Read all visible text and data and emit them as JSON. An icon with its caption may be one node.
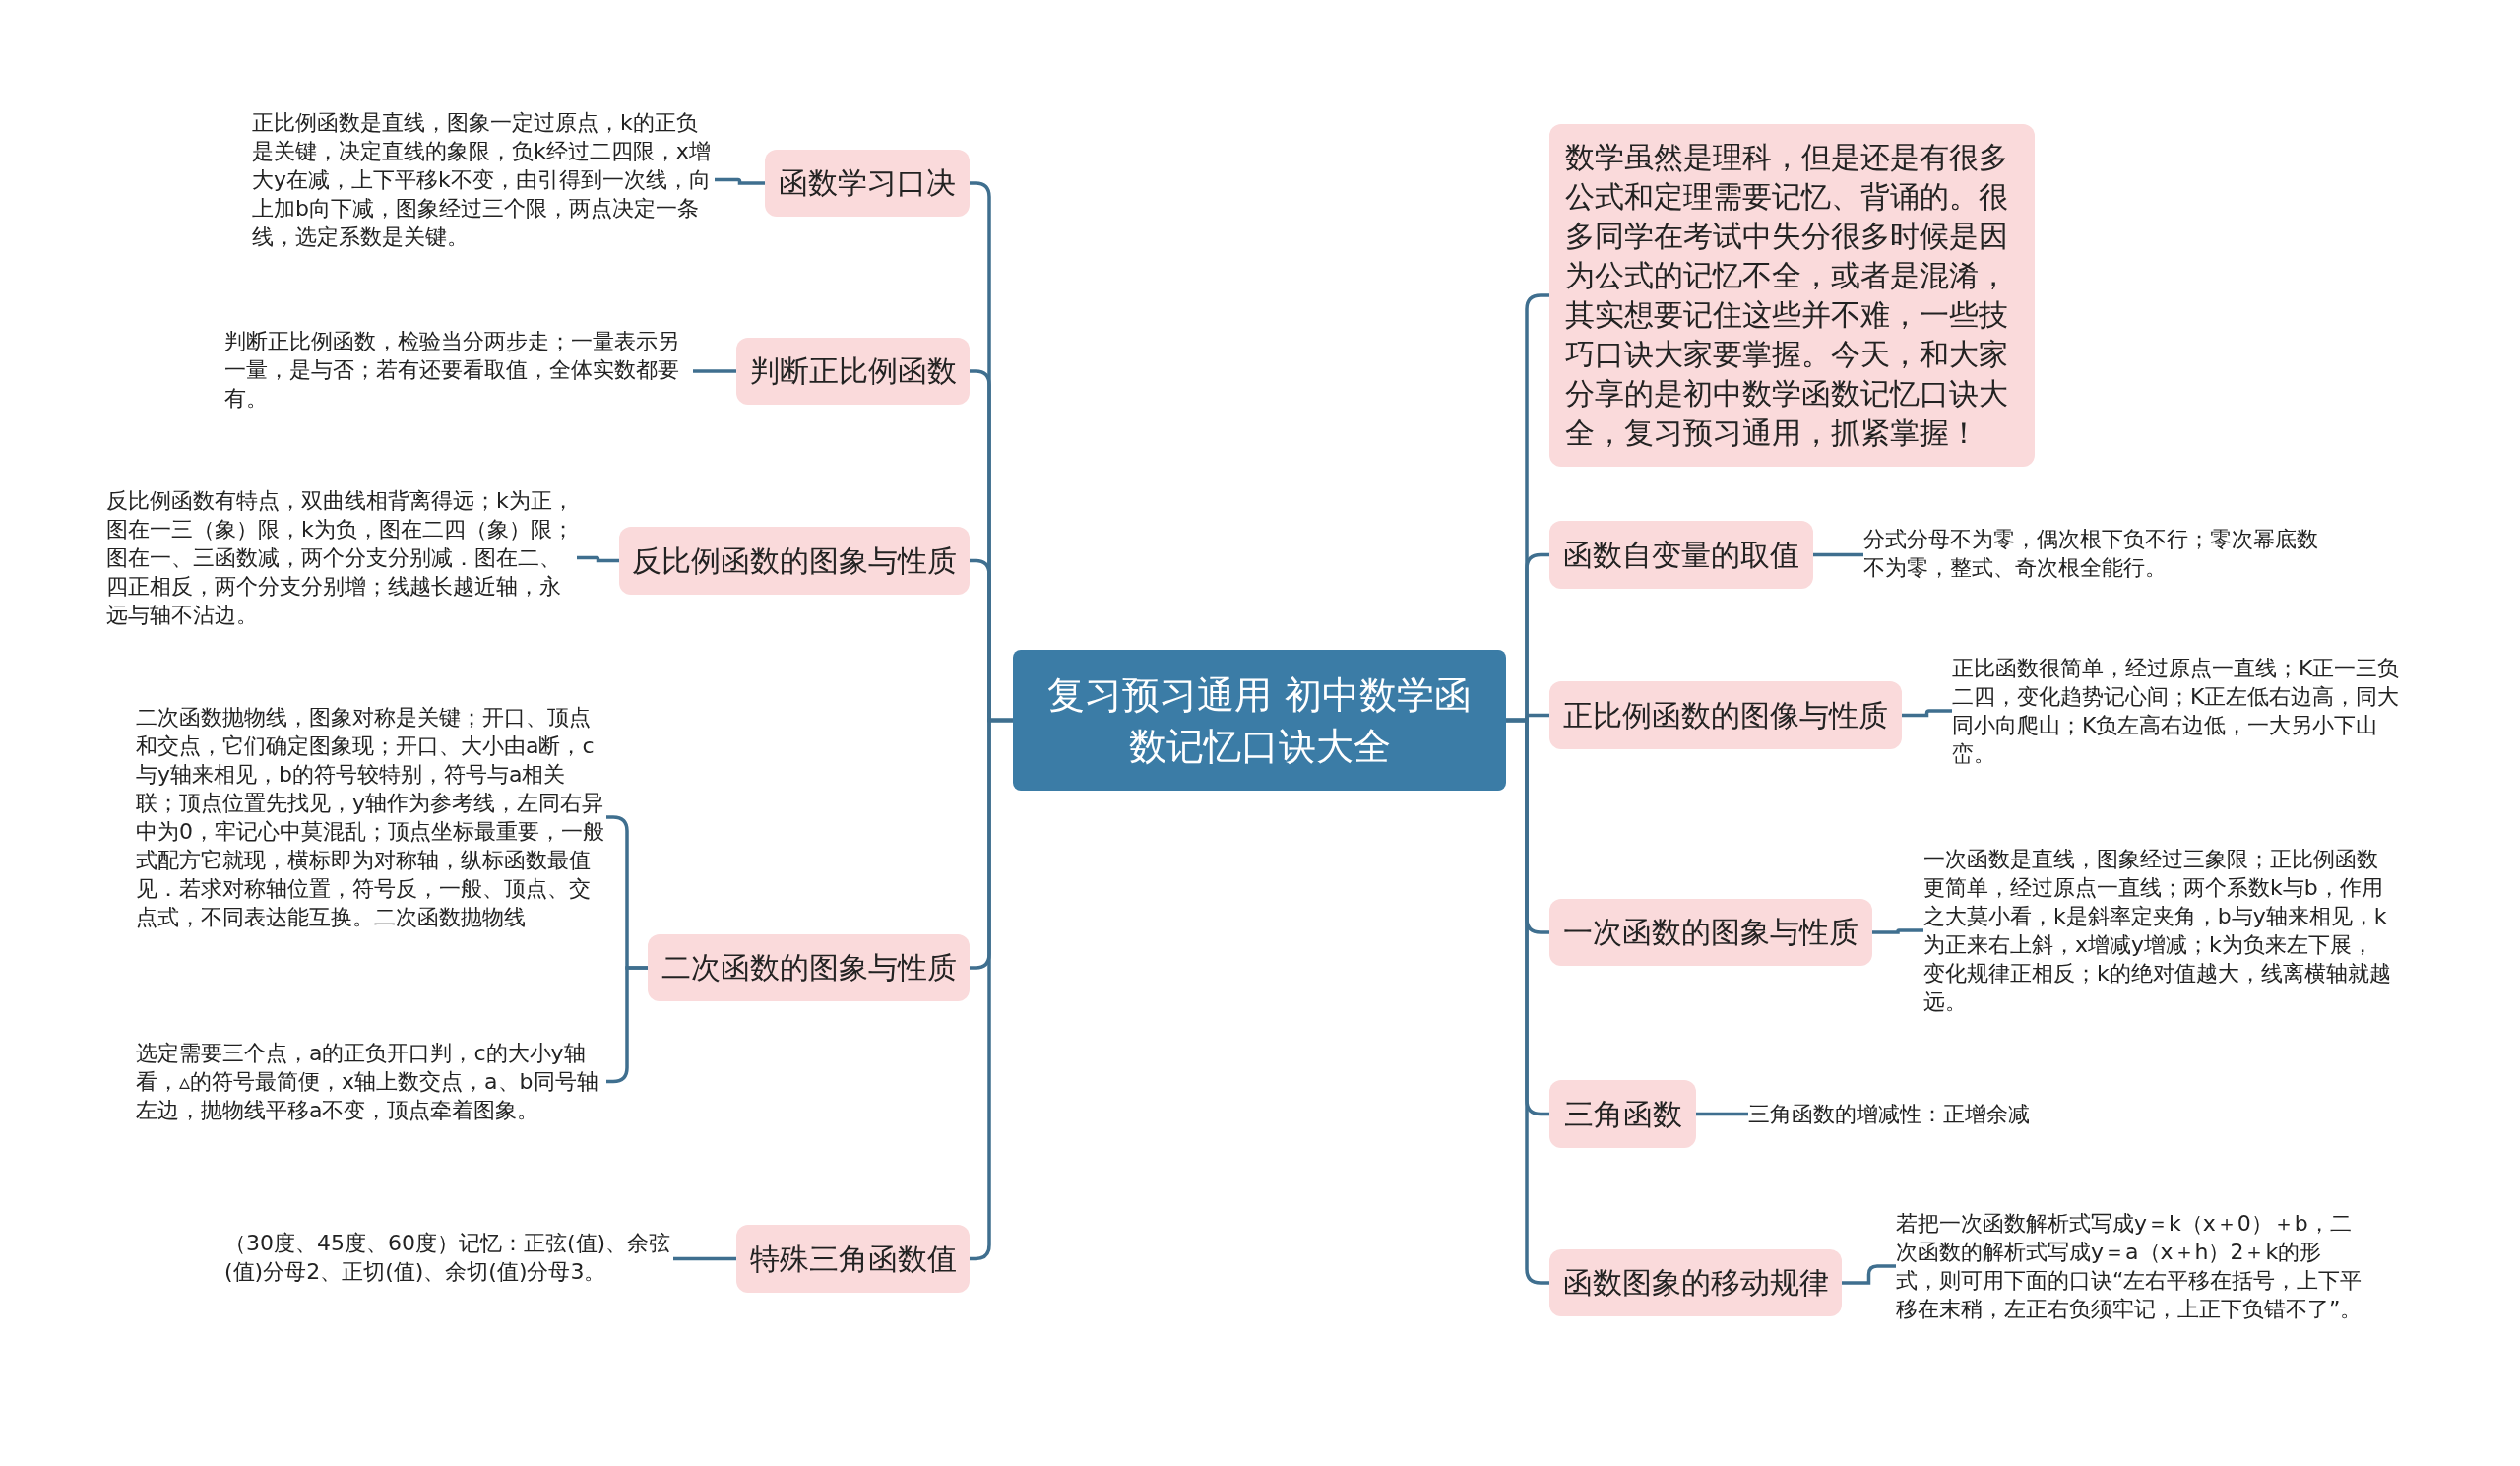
{
  "diagram": {
    "nodes": [
      {
        "text": [
          "复习预习通用 初中数学函数记忆口诀大全"
        ]
      },
      {
        "text": [
          "函数学习口决"
        ]
      },
      {
        "text": [
          "正比例函数是直线，图象一定过原点，k的正负是关键，决定直线的象限，负k经过二四限，x增大y在减，上下平移k不变，由引得到一次线，向上加b向下减，图象经过三个限，两点决定一条线，选定系数是关键。"
        ]
      },
      {
        "text": [
          "判断正比例函数"
        ]
      },
      {
        "text": [
          "判断正比例函数，检验当分两步走；一量表示另一量，是与否；若有还要看取值，全体实数都要有。"
        ]
      },
      {
        "text": [
          "反比例函数的图象与性质"
        ]
      },
      {
        "text": [
          "反比例函数有特点，双曲线相背离得远；k为正，图在一三（象）限，k为负，图在二四（象）限；图在一、三函数减，两个分支分别减．图在二、四正相反，两个分支分别增；线越长越近轴，永远与轴不沾边。"
        ]
      },
      {
        "text": [
          "二次函数的图象与性质"
        ]
      },
      {
        "text": [
          "二次函数抛物线，图象对称是关键；开口、顶点和交点，它们确定图象现；开口、大小由a断，c与y轴来相见，b的符号较特别，符号与a相关联；顶点位置先找见，y轴作为参考线，左同右异中为0，牢记心中莫混乱；顶点坐标最重要，一般式配方它就现，横标即为对称轴，纵标函数最值见．若求对称轴位置，符号反，一般、顶点、交点式，不同表达能互换。二次函数抛物线"
        ]
      },
      {
        "text": [
          "选定需要三个点，a的正负开口判，c的大小y轴看，▵的符号最简便，x轴上数交点，a、b同号轴左边，抛物线平移a不变，顶点牵着图象。"
        ]
      },
      {
        "text": [
          "特殊三角函数值"
        ]
      },
      {
        "text": [
          "（30度、45度、60度）记忆：正弦(值)、余弦(值)分母2、正切(值)、余切(值)分母3。"
        ]
      },
      {
        "text": [
          "数学虽然是理科，但是还是有很多公式和定理需要记忆、背诵的。很多同学在考试中失分很多时候是因为公式的记忆不全，或者是混淆，其实想要记住这些并不难，一些技巧口诀大家要掌握。今天，和大家分享的是初中数学函数记忆口诀大全，复习预习通用，抓紧掌握！"
        ]
      },
      {
        "text": [
          "函数自变量的取值"
        ]
      },
      {
        "text": [
          "分式分母不为零，偶次根下负不行；零次幂底数不为零，整式、奇次根全能行。"
        ]
      },
      {
        "text": [
          "正比例函数的图像与性质"
        ]
      },
      {
        "text": [
          "正比函数很简单，经过原点一直线；K正一三负二四，变化趋势记心间；K正左低右边高，同大同小向爬山；K负左高右边低，一大另小下山峦。"
        ]
      },
      {
        "text": [
          "一次函数的图象与性质"
        ]
      },
      {
        "text": [
          "一次函数是直线，图象经过三象限；正比例函数更简单，经过原点一直线；两个系数k与b，作用之大莫小看，k是斜率定夹角，b与y轴来相见，k为正来右上斜，x增减y增减；k为负来左下展，变化规律正相反；k的绝对值越大，线离横轴就越远。"
        ]
      },
      {
        "text": [
          "三角函数"
        ]
      },
      {
        "text": [
          "三角函数的增减性：正增余减"
        ]
      },
      {
        "text": [
          "函数图象的移动规律"
        ]
      },
      {
        "text": [
          "若把一次函数解析式写成y＝k（x＋0）＋b，二次函数的解析式写成y＝a（x＋h）2＋k的形式，则可用下面的口诀“左右平移在括号，上下平移在末稍，左正右负须牢记，上正下负错不了”。"
        ]
      }
    ],
    "edges": [
      {
        "from": 0,
        "to": 1,
        "arrow": "none"
      },
      {
        "from": 1,
        "to": 2,
        "arrow": "none"
      },
      {
        "from": 0,
        "to": 3,
        "arrow": "none"
      },
      {
        "from": 3,
        "to": 4,
        "arrow": "none"
      },
      {
        "from": 0,
        "to": 5,
        "arrow": "none"
      },
      {
        "from": 5,
        "to": 6,
        "arrow": "none"
      },
      {
        "from": 0,
        "to": 7,
        "arrow": "none"
      },
      {
        "from": 7,
        "to": 8,
        "arrow": "none"
      },
      {
        "from": 7,
        "to": 9,
        "arrow": "none"
      },
      {
        "from": 0,
        "to": 10,
        "arrow": "none"
      },
      {
        "from": 10,
        "to": 11,
        "arrow": "none"
      },
      {
        "from": 0,
        "to": 12,
        "arrow": "none"
      },
      {
        "from": 0,
        "to": 13,
        "arrow": "none"
      },
      {
        "from": 13,
        "to": 14,
        "arrow": "none"
      },
      {
        "from": 0,
        "to": 15,
        "arrow": "none"
      },
      {
        "from": 15,
        "to": 16,
        "arrow": "none"
      },
      {
        "from": 0,
        "to": 17,
        "arrow": "none"
      },
      {
        "from": 17,
        "to": 18,
        "arrow": "none"
      },
      {
        "from": 0,
        "to": 19,
        "arrow": "none"
      },
      {
        "from": 19,
        "to": 20,
        "arrow": "none"
      },
      {
        "from": 0,
        "to": 21,
        "arrow": "none"
      },
      {
        "from": 21,
        "to": 22,
        "arrow": "none"
      }
    ]
  }
}
